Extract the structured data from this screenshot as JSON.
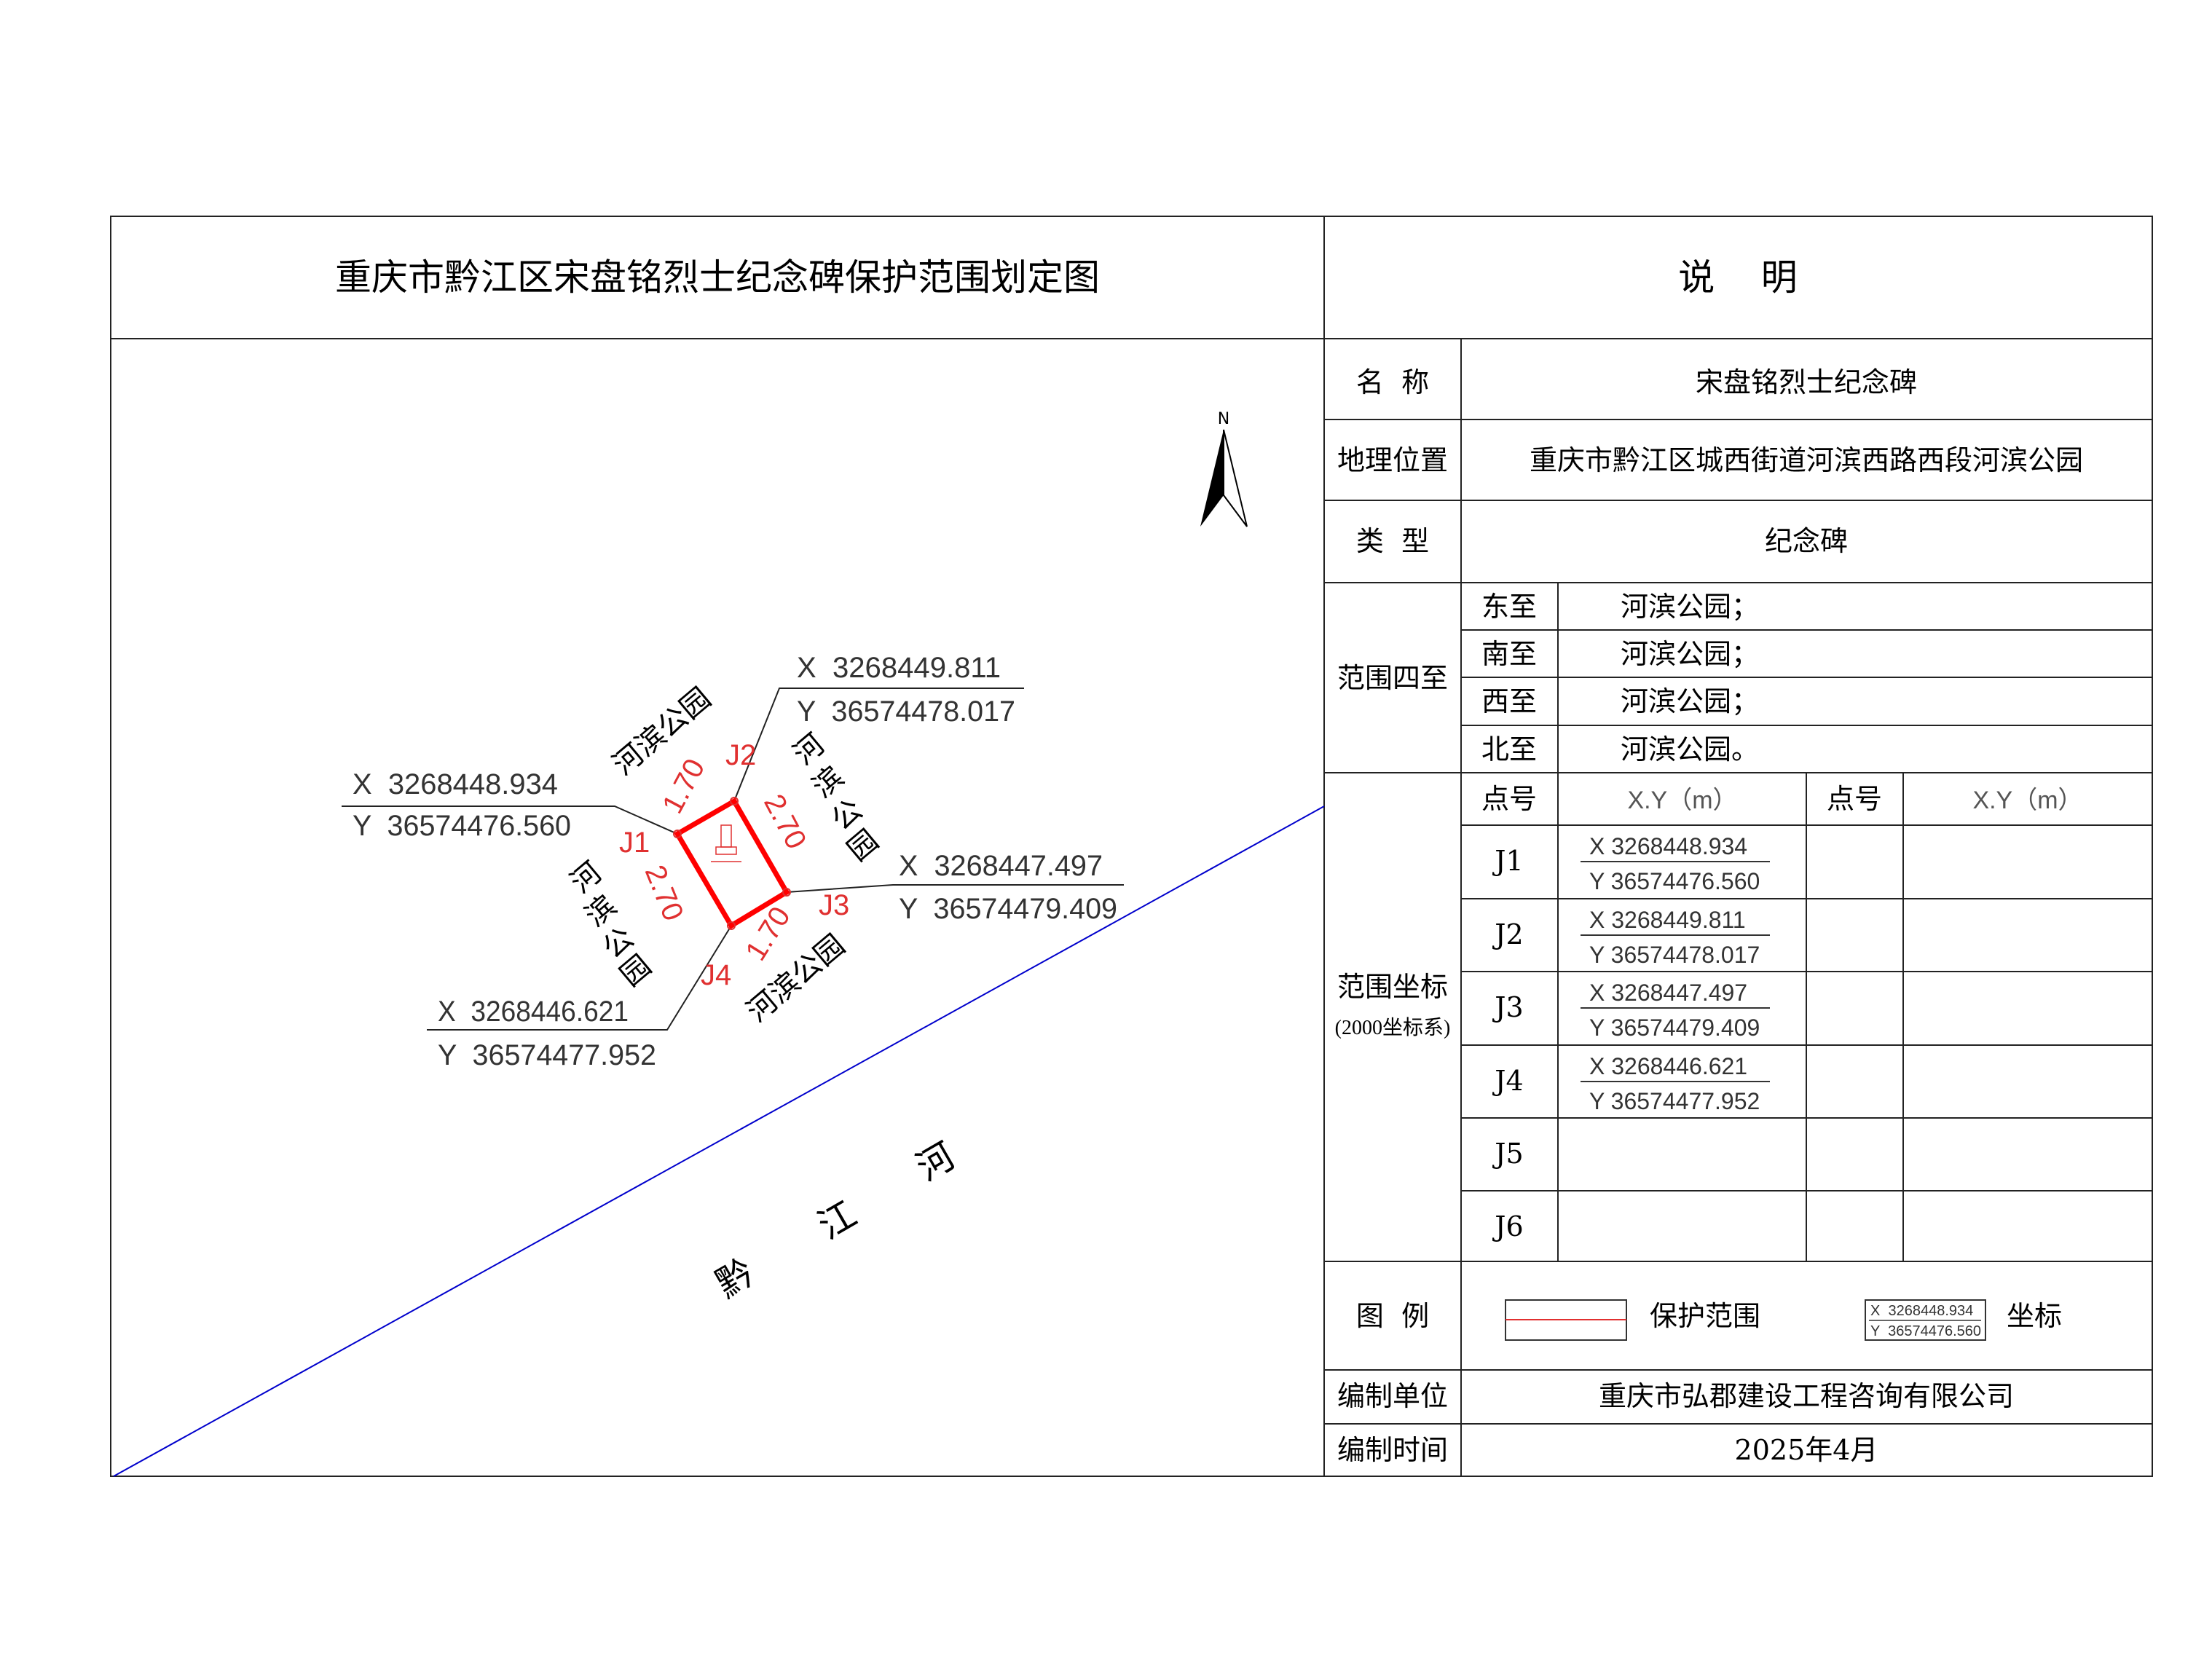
{
  "map": {
    "title": "重庆市黔江区宋盘铭烈士纪念碑保护范围划定图",
    "north_label": "N",
    "river_chars": [
      "黔",
      "江",
      "河"
    ],
    "park_label": "河滨公园",
    "park_chars": [
      "河",
      "滨",
      "公",
      "园"
    ],
    "points": [
      {
        "id": "J1",
        "x": "X  3268448.934",
        "y": "Y  36574476.560"
      },
      {
        "id": "J2",
        "x": "X  3268449.811",
        "y": "Y  36574478.017"
      },
      {
        "id": "J3",
        "x": "X  3268447.497",
        "y": "Y  36574479.409"
      },
      {
        "id": "J4",
        "x": "X  3268446.621",
        "y": "Y  36574477.952"
      }
    ],
    "edges": {
      "j1_j2": "1.70",
      "j2_j3": "2.70",
      "j1_j4": "2.70",
      "j4_j3": "1.70"
    },
    "colors": {
      "boundary": "#ff0000",
      "river": "#0000cc",
      "labels": "#e03030"
    }
  },
  "notes": {
    "title": "说    明",
    "name_label": "名  称",
    "name_value": "宋盘铭烈士纪念碑",
    "location_label": "地理位置",
    "location_value": "重庆市黔江区城西街道河滨西路西段河滨公园",
    "type_label": "类  型",
    "type_value": "纪念碑",
    "bounds_label": "范围四至",
    "bounds": [
      {
        "dir": "东至",
        "value": "河滨公园；"
      },
      {
        "dir": "南至",
        "value": "河滨公园；"
      },
      {
        "dir": "西至",
        "value": "河滨公园；"
      },
      {
        "dir": "北至",
        "value": "河滨公园。"
      }
    ],
    "coords_label": "范围坐标",
    "coords_sub": "(2000坐标系)",
    "col_point": "点号",
    "col_xy": "X.Y（m）",
    "rows": [
      {
        "id": "J1",
        "x": "X  3268448.934",
        "y": "Y  36574476.560"
      },
      {
        "id": "J2",
        "x": "X  3268449.811",
        "y": "Y  36574478.017"
      },
      {
        "id": "J3",
        "x": "X  3268447.497",
        "y": "Y  36574479.409"
      },
      {
        "id": "J4",
        "x": "X  3268446.621",
        "y": "Y  36574477.952"
      },
      {
        "id": "J5",
        "x": "",
        "y": ""
      },
      {
        "id": "J6",
        "x": "",
        "y": ""
      }
    ],
    "legend_label": "图  例",
    "legend_boundary": "保护范围",
    "legend_coord_x": "X  3268448.934",
    "legend_coord_y": "Y  36574476.560",
    "legend_coord": "坐标",
    "compiler_label": "编制单位",
    "compiler_value": "重庆市弘郡建设工程咨询有限公司",
    "date_label": "编制时间",
    "date_value": "2025年4月"
  }
}
